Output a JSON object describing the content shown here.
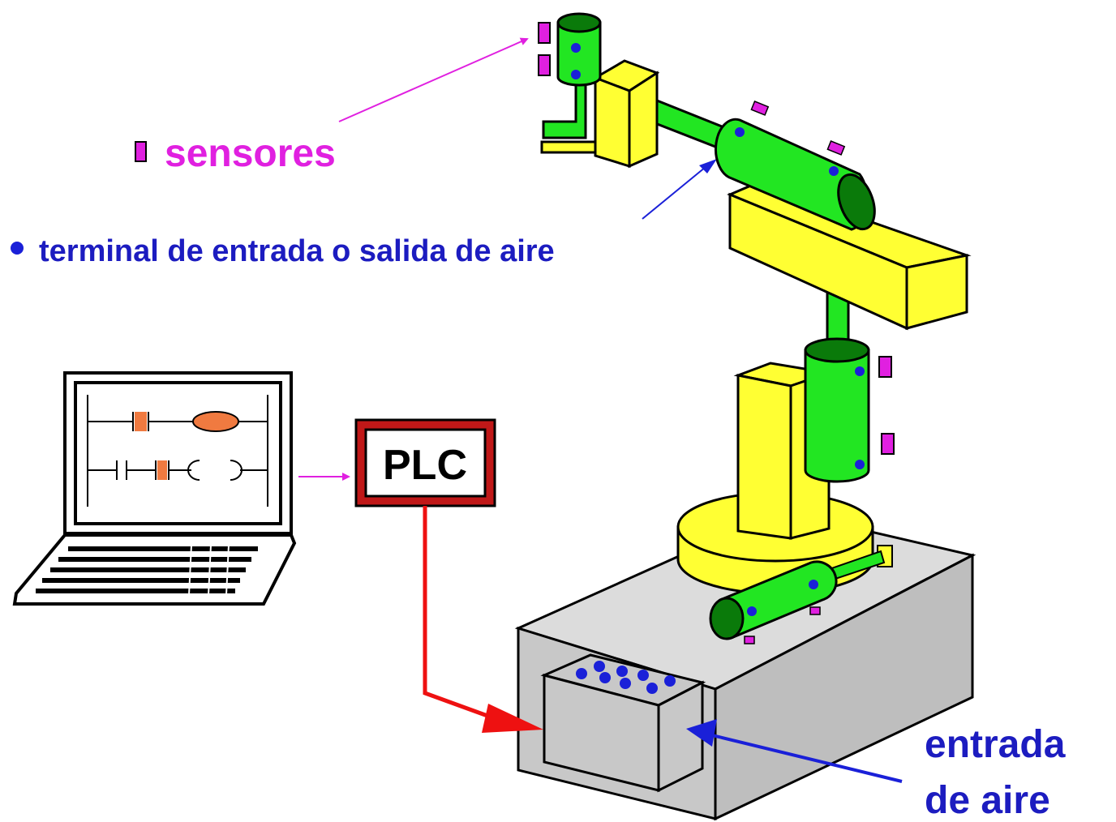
{
  "legend": {
    "sensors_label": "sensores",
    "terminal_label": "terminal de entrada o salida de aire"
  },
  "plc": {
    "label": "PLC"
  },
  "air_inlet": {
    "line1": "entrada",
    "line2": "de aire"
  },
  "colors": {
    "sensor": "#e020e0",
    "terminal": "#1a20d8",
    "text_blue": "#1c1cc0",
    "arm_yellow": "#ffff33",
    "cylinder_green": "#22e622",
    "cylinder_dark": "#0a7a0a",
    "base_gray": "#c8c8c8",
    "plc_border": "#c01818",
    "signal_red": "#ee1111",
    "ladder_accent": "#f07a40"
  }
}
